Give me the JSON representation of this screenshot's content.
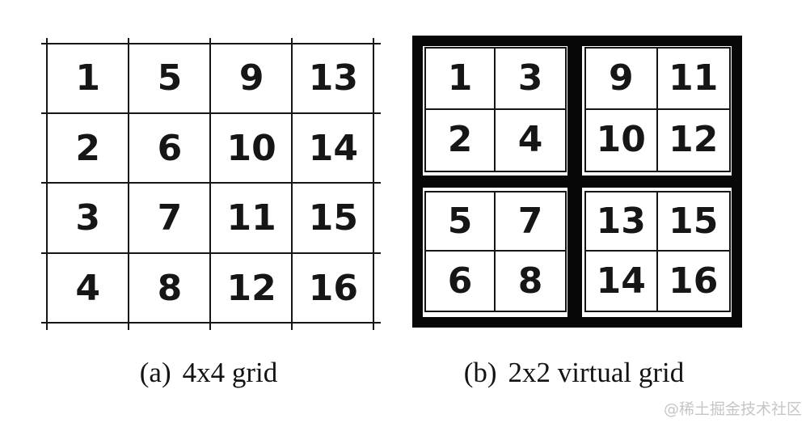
{
  "figure": {
    "grid_a": {
      "caption_label": "(a)",
      "caption_text": "4x4 grid",
      "rows": [
        [
          "1",
          "5",
          "9",
          "13"
        ],
        [
          "2",
          "6",
          "10",
          "14"
        ],
        [
          "3",
          "7",
          "11",
          "15"
        ],
        [
          "4",
          "8",
          "12",
          "16"
        ]
      ]
    },
    "grid_b": {
      "caption_label": "(b)",
      "caption_text": "2x2 virtual grid",
      "quadrants": [
        {
          "position": "top-left",
          "rows": [
            [
              "1",
              "3"
            ],
            [
              "2",
              "4"
            ]
          ]
        },
        {
          "position": "top-right",
          "rows": [
            [
              "9",
              "11"
            ],
            [
              "10",
              "12"
            ]
          ]
        },
        {
          "position": "bottom-left",
          "rows": [
            [
              "5",
              "7"
            ],
            [
              "6",
              "8"
            ]
          ]
        },
        {
          "position": "bottom-right",
          "rows": [
            [
              "13",
              "15"
            ],
            [
              "14",
              "16"
            ]
          ]
        }
      ]
    }
  },
  "watermark": "@稀土掘金技术社区",
  "colors": {
    "background": "#ffffff",
    "thin_line": "#161616",
    "thick_border": "#070707",
    "number_text": "#161616",
    "caption_text": "#131313",
    "watermark_text": "#c6c6c6"
  }
}
